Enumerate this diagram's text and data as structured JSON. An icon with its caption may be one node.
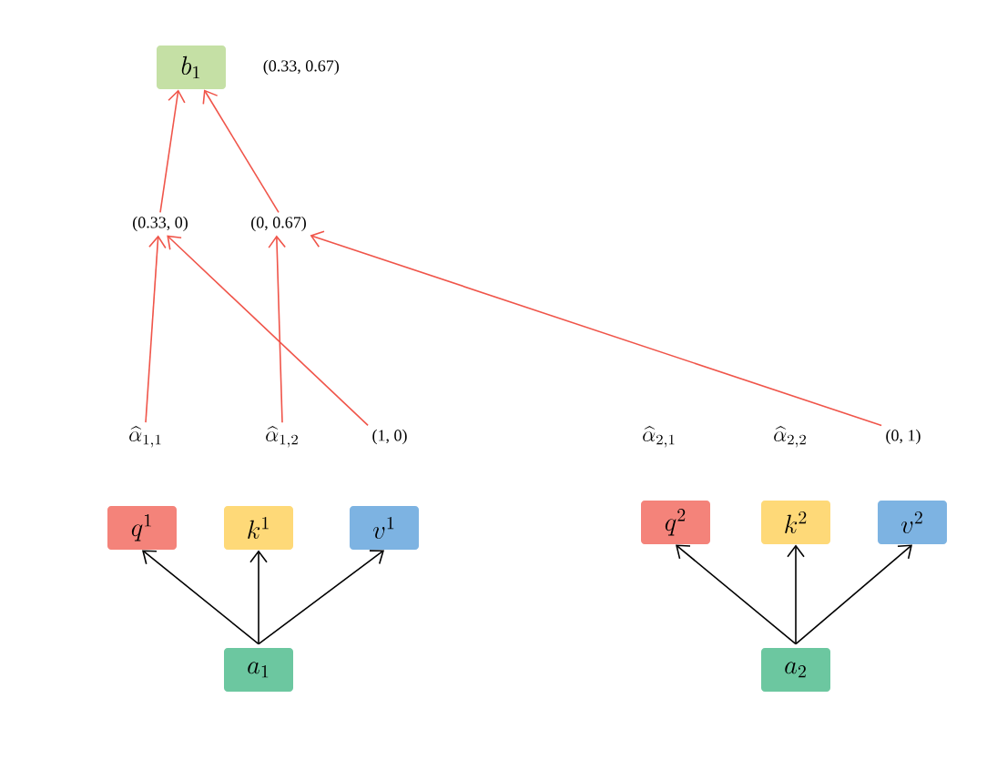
{
  "diagram": {
    "nodes": [
      {
        "text": [
          "b_1"
        ],
        "beside": [
          "(0.33, 0.67)"
        ]
      },
      {
        "text": [
          "(0.33, 0)"
        ]
      },
      {
        "text": [
          "(0, 0.67)"
        ]
      },
      {
        "text": [
          "\\widehat{\\alpha}_{1,1}"
        ]
      },
      {
        "text": [
          "\\widehat{\\alpha}_{1,2}"
        ]
      },
      {
        "text": [
          "(1, 0)"
        ]
      },
      {
        "text": [
          "\\widehat{\\alpha}_{2,1}"
        ]
      },
      {
        "text": [
          "\\widehat{\\alpha}_{2,2}"
        ]
      },
      {
        "text": [
          "(0, 1)"
        ]
      },
      {
        "text": [
          "q^1"
        ]
      },
      {
        "text": [
          "k^1"
        ]
      },
      {
        "text": [
          "v^1"
        ]
      },
      {
        "text": [
          "q^2"
        ]
      },
      {
        "text": [
          "k^2"
        ]
      },
      {
        "text": [
          "v^2"
        ]
      },
      {
        "text": [
          "a_1"
        ]
      },
      {
        "text": [
          "a_2"
        ]
      }
    ],
    "edges": [
      {
        "from": 1,
        "to": 0,
        "arrow": "to",
        "color": "#f0554a"
      },
      {
        "from": 2,
        "to": 0,
        "arrow": "to",
        "color": "#f0554a"
      },
      {
        "from": 3,
        "to": 1,
        "arrow": "to",
        "color": "#f0554a"
      },
      {
        "from": 5,
        "to": 1,
        "arrow": "to",
        "color": "#f0554a"
      },
      {
        "from": 4,
        "to": 2,
        "arrow": "to",
        "color": "#f0554a"
      },
      {
        "from": 8,
        "to": 2,
        "arrow": "to",
        "color": "#f0554a"
      },
      {
        "from": 15,
        "to": 9,
        "arrow": "to",
        "color": "#000000"
      },
      {
        "from": 15,
        "to": 10,
        "arrow": "to",
        "color": "#000000"
      },
      {
        "from": 15,
        "to": 11,
        "arrow": "to",
        "color": "#000000"
      },
      {
        "from": 16,
        "to": 12,
        "arrow": "to",
        "color": "#000000"
      },
      {
        "from": 16,
        "to": 13,
        "arrow": "to",
        "color": "#000000"
      },
      {
        "from": 16,
        "to": 14,
        "arrow": "to",
        "color": "#000000"
      }
    ]
  }
}
